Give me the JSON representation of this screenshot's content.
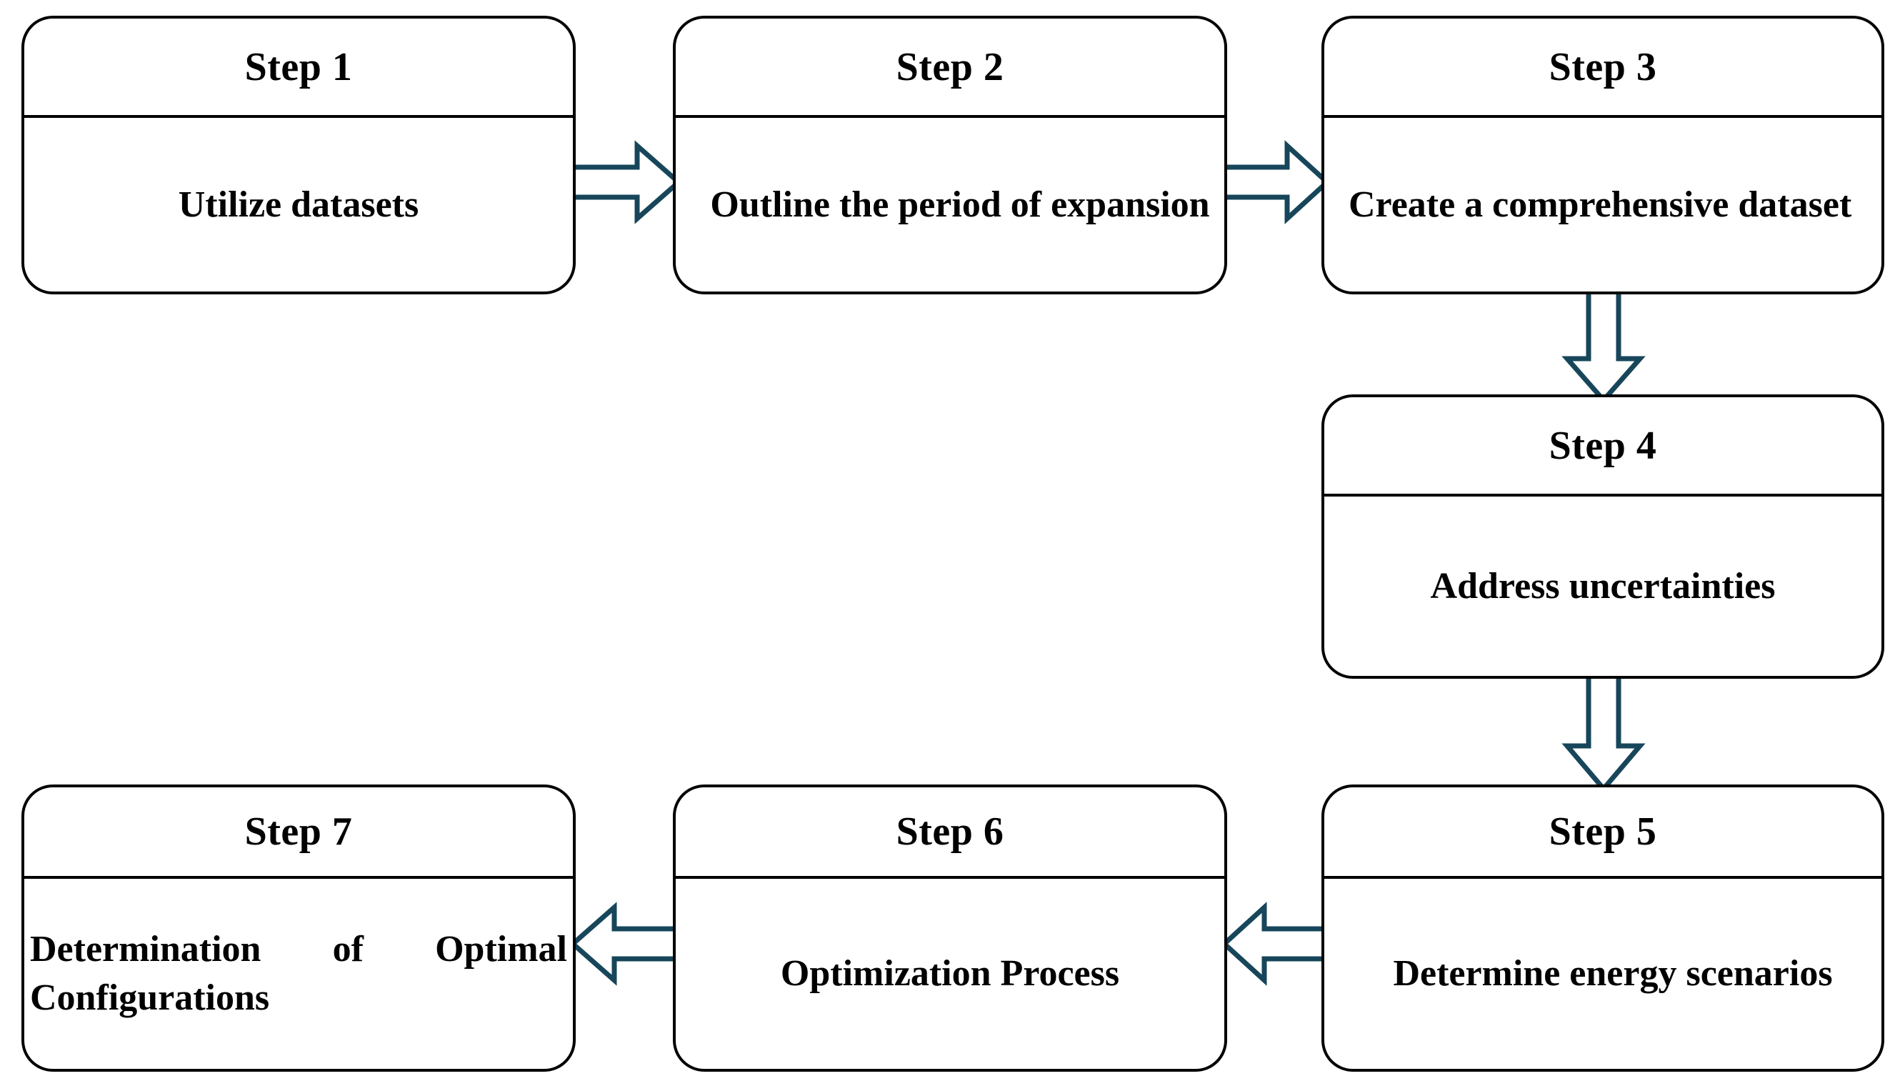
{
  "diagram": {
    "title": "Seven-step methodology flowchart",
    "background_color": "#ffffff",
    "box_border_color": "#000000",
    "arrow_color": "#17465a",
    "steps": [
      {
        "id": "step1",
        "title": "Step 1",
        "body": "Utilize datasets"
      },
      {
        "id": "step2",
        "title": "Step 2",
        "body": "Outline the period of expansion"
      },
      {
        "id": "step3",
        "title": "Step 3",
        "body": "Create a comprehensive dataset"
      },
      {
        "id": "step4",
        "title": "Step 4",
        "body": "Address uncertainties"
      },
      {
        "id": "step5",
        "title": "Step 5",
        "body": "Determine energy scenarios"
      },
      {
        "id": "step6",
        "title": "Step 6",
        "body": "Optimization Process"
      },
      {
        "id": "step7",
        "title": "Step 7",
        "body": "Determination of Optimal Configurations"
      }
    ],
    "connectors": [
      {
        "id": "arrow-1-2",
        "from": "Step 1",
        "to": "Step 2",
        "direction": "right"
      },
      {
        "id": "arrow-2-3",
        "from": "Step 2",
        "to": "Step 3",
        "direction": "right"
      },
      {
        "id": "arrow-3-4",
        "from": "Step 3",
        "to": "Step 4",
        "direction": "down"
      },
      {
        "id": "arrow-4-5",
        "from": "Step 4",
        "to": "Step 5",
        "direction": "down"
      },
      {
        "id": "arrow-5-6",
        "from": "Step 5",
        "to": "Step 6",
        "direction": "left"
      },
      {
        "id": "arrow-6-7",
        "from": "Step 6",
        "to": "Step 7",
        "direction": "left"
      }
    ]
  }
}
